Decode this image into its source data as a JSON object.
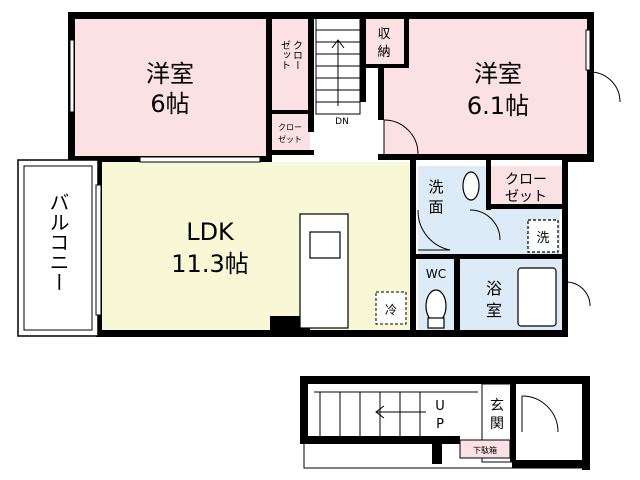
{
  "rooms": {
    "western_room_1": {
      "type": "洋室",
      "size": "6帖"
    },
    "western_room_2": {
      "type": "洋室",
      "size": "6.1帖"
    },
    "ldk": {
      "type": "LDK",
      "size": "11.3帖"
    },
    "balcony": "バルコニー",
    "closet_upper_left": [
      "クロー",
      "ゼット"
    ],
    "closet_small": [
      "クロー",
      "ゼット"
    ],
    "storage": [
      "収",
      "納"
    ],
    "closet_right": [
      "クロー",
      "ゼット"
    ],
    "washroom": [
      "洗",
      "面"
    ],
    "wc": "WC",
    "bathroom": [
      "浴",
      "室"
    ],
    "entrance": [
      "玄",
      "関"
    ],
    "shoe_box": "下駄箱"
  },
  "symbols": {
    "washing_machine": "洗",
    "fridge": "冷"
  },
  "stairs": {
    "down": "DN",
    "up": [
      "U",
      "P"
    ]
  },
  "colors": {
    "pink": "#fbe0e4",
    "yellow": "#f8f8d6",
    "blue": "#dcebf7",
    "wall": "#000000"
  }
}
